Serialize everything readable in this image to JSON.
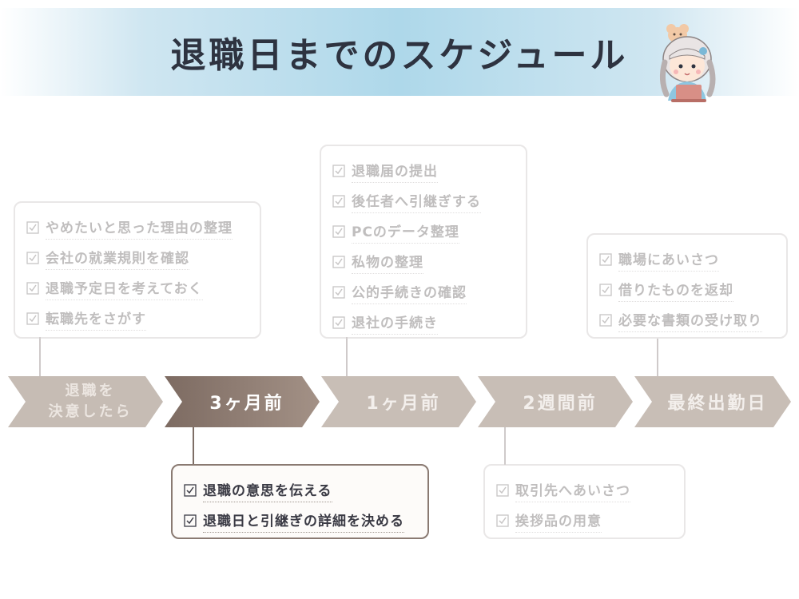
{
  "title": "退職日までのスケジュール",
  "colors": {
    "accent": "#7d6b62",
    "faded": "#c8beb6",
    "header": "#aed8ea"
  },
  "stages": [
    {
      "label": "退職を\n決意したら",
      "items": [
        "やめたいと思った理由の整理",
        "会社の就業規則を確認",
        "退職予定日を考えておく",
        "転職先をさがす"
      ]
    },
    {
      "label": "3ヶ月前",
      "items": [
        "退職の意思を伝える",
        "退職日と引継ぎの詳細を決める"
      ]
    },
    {
      "label": "1ヶ月前",
      "items": [
        "退職届の提出",
        "後任者へ引継ぎする",
        "PCのデータ整理",
        "私物の整理",
        "公的手続きの確認",
        "退社の手続き"
      ]
    },
    {
      "label": "2週間前",
      "items": [
        "取引先へあいさつ",
        "挨拶品の用意"
      ]
    },
    {
      "label": "最終出勤日",
      "items": [
        "職場にあいさつ",
        "借りたものを返却",
        "必要な書類の受け取り"
      ]
    }
  ],
  "icons": {
    "check": "checkbox-icon",
    "mascot": "girl-with-laptop-icon"
  }
}
